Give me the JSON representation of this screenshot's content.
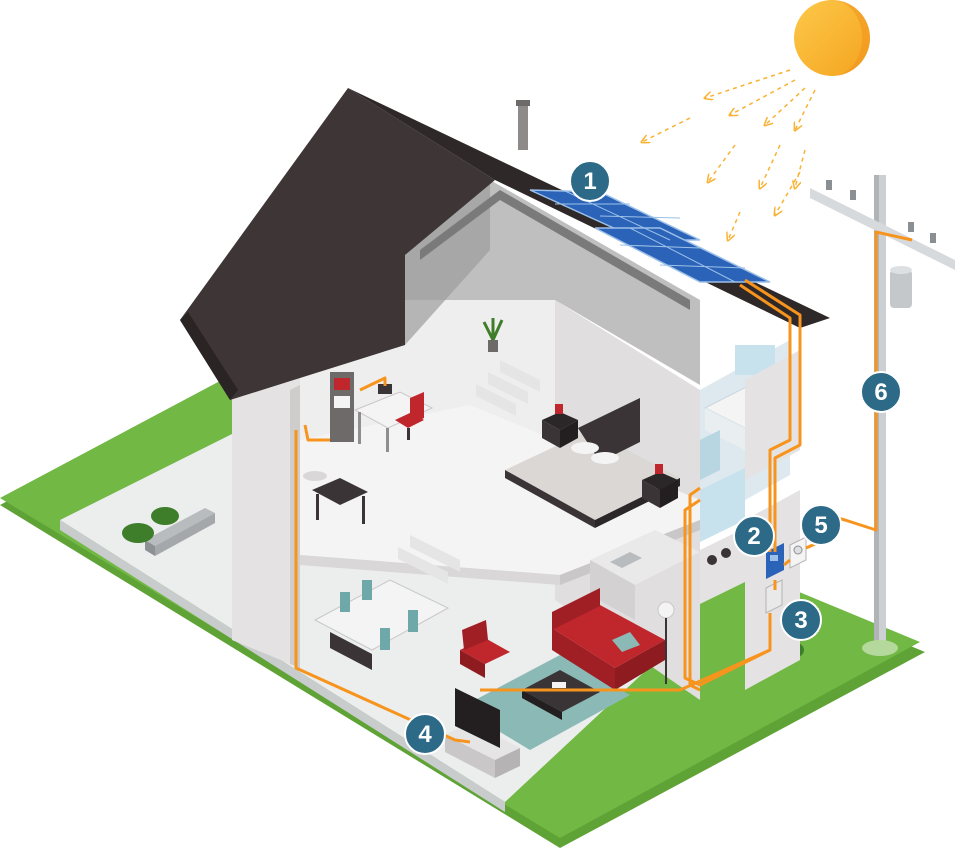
{
  "diagram": {
    "markers": [
      {
        "id": "solar-panels",
        "label": "1"
      },
      {
        "id": "inverter",
        "label": "2"
      },
      {
        "id": "breaker-panel",
        "label": "3"
      },
      {
        "id": "home-wiring",
        "label": "4"
      },
      {
        "id": "utility-meter",
        "label": "5"
      },
      {
        "id": "utility-grid",
        "label": "6"
      }
    ]
  },
  "colors": {
    "wire": "#F7941D",
    "marker": "#2D6A88",
    "roof": "#3D3536",
    "grass": "#6DB43E",
    "panel": "#2A63B8",
    "sun": "#F9B233"
  }
}
